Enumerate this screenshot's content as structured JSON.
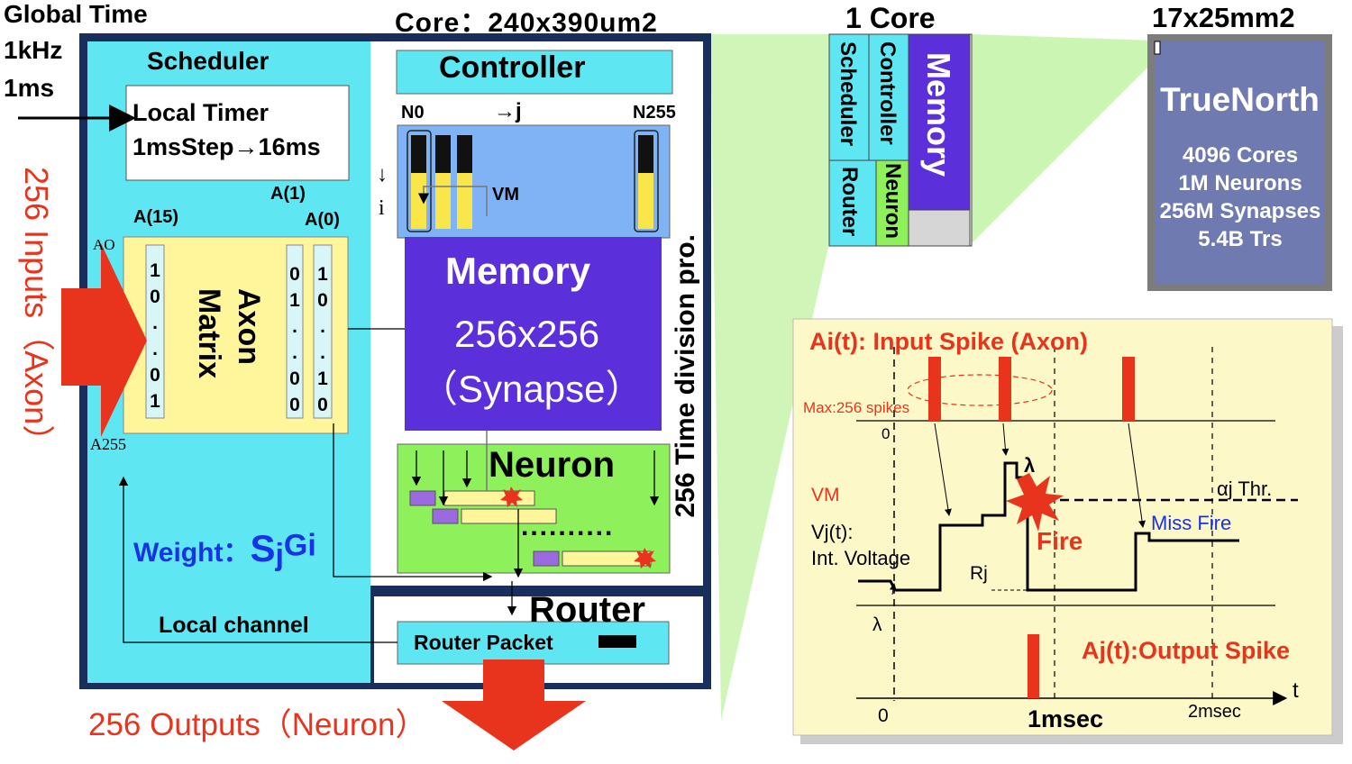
{
  "header": {
    "global_time_lines": [
      "Global  Time",
      "1kHz",
      "1ms"
    ],
    "core_size": "Core：240x390um2",
    "one_core": "1 Core",
    "chip_size": "17x25mm2"
  },
  "core": {
    "scheduler": "Scheduler",
    "local_timer": [
      "Local Timer",
      "1msStep→16ms"
    ],
    "a1": "A(1)",
    "a15": "A(15)",
    "a0": "A(0)",
    "ao": "AO",
    "a255": "A255",
    "axon_matrix": [
      "Axon",
      "Matrix"
    ],
    "bits_left": [
      "1",
      "0",
      ".",
      ".",
      "0",
      "1"
    ],
    "bits_mid": [
      "0",
      "1",
      ".",
      ".",
      "0",
      "0"
    ],
    "bits_right": [
      "1",
      "0",
      ".",
      ".",
      "1",
      "0"
    ],
    "controller": "Controller",
    "n0": "N0",
    "j_arrow": "→j",
    "n255": "N255",
    "i_arrow": "↓",
    "i_label": "i",
    "vm": "VM",
    "memory": "Memory",
    "memory_size": "256x256",
    "synapse": "（Synapse）",
    "neuron": "Neuron",
    "dots": "..........",
    "time_division": "256 Time division pro.",
    "weight_prefix": "Weight：",
    "weight_s": "S",
    "weight_j": "j",
    "weight_gi": "Gi",
    "local_channel": "Local channel",
    "router": "Router",
    "router_packet": "Router  Packet"
  },
  "io": {
    "inputs": "256 Inputs（Axon）",
    "outputs": "256 Outputs（Neuron）"
  },
  "core_tile": {
    "scheduler": "Scheduler",
    "controller": "Controller",
    "memory": "Memory",
    "router": "Router",
    "neuron": "Neuron"
  },
  "chip": {
    "name": "TrueNorth",
    "specs": [
      "4096 Cores",
      "1M Neurons",
      "256M Synapses",
      "5.4B Trs"
    ]
  },
  "timing": {
    "title": "Ai(t): Input Spike (Axon)",
    "max_spikes": "Max:256 spikes",
    "zero_top": "0",
    "lambda_top": "λ",
    "vm": "VM",
    "vj": "Vj(t):",
    "int_voltage": "Int. Voltage",
    "rj": "Rj",
    "alpha_thr": "αj  Thr.",
    "fire": "Fire",
    "miss_fire": "Miss Fire",
    "lambda_bottom": "λ",
    "output_spike": "Aj(t):Output Spike",
    "t": "t",
    "x0": "0",
    "x1": "1msec",
    "x2": "2msec"
  },
  "colors": {
    "cyan": "#5ee6f2",
    "navy": "#1a2e5c",
    "purple": "#5b2fd9",
    "lightblue": "#7fb3f5",
    "green": "#8ef05a",
    "yellow": "#fff59a",
    "red": "#e8341c",
    "cream": "#fdf8c8",
    "gray": "#6f7bb0"
  }
}
